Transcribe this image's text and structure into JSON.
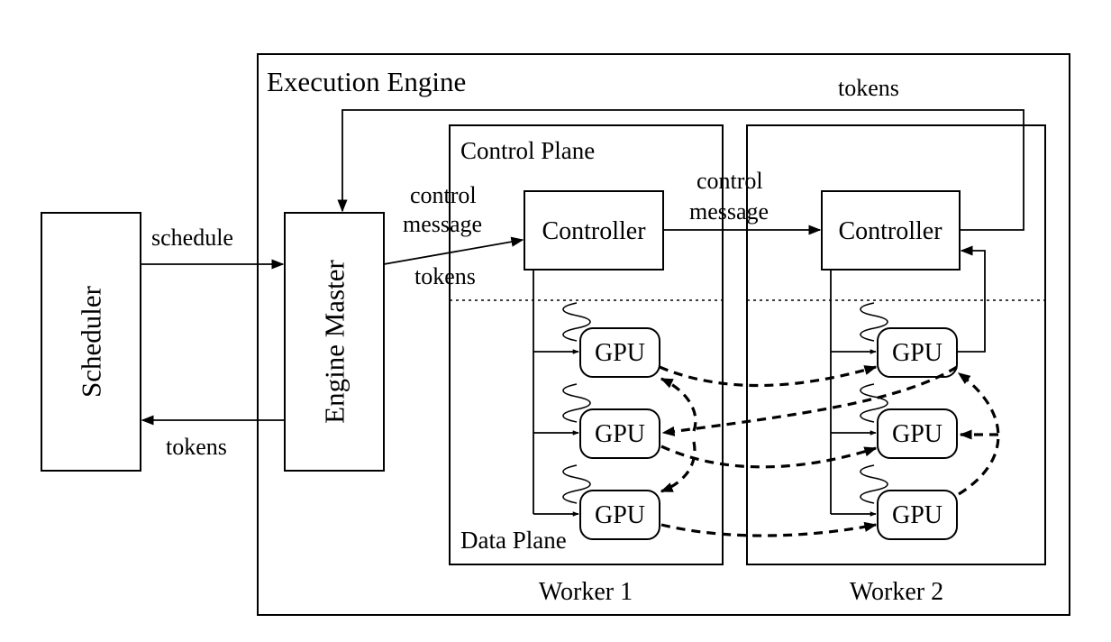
{
  "labels": {
    "execution_engine": "Execution Engine",
    "scheduler": "Scheduler",
    "engine_master": "Engine Master",
    "control_plane": "Control Plane",
    "data_plane": "Data Plane",
    "controller_1": "Controller",
    "controller_2": "Controller",
    "worker_1": "Worker 1",
    "worker_2": "Worker 2",
    "gpu": "GPU"
  },
  "edges": {
    "schedule": "schedule",
    "tokens_to_scheduler": "tokens",
    "control_word_1": "control",
    "message_word_1": "message",
    "tokens_to_controller": "tokens",
    "control_word_2": "control",
    "message_word_2": "message",
    "tokens_feedback": "tokens"
  }
}
